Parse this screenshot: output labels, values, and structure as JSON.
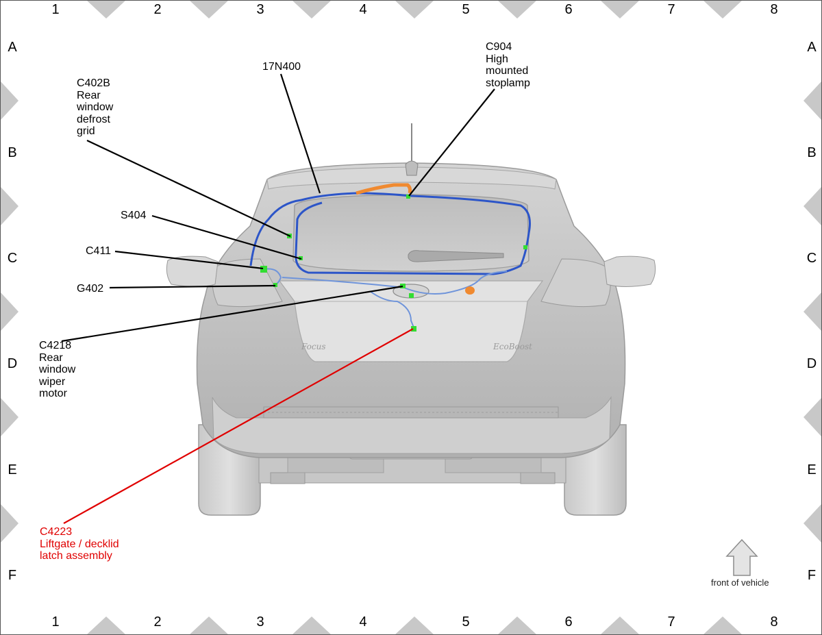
{
  "grid": {
    "columns": [
      "1",
      "2",
      "3",
      "4",
      "5",
      "6",
      "7",
      "8"
    ],
    "rows": [
      "A",
      "B",
      "C",
      "D",
      "E",
      "F"
    ]
  },
  "callouts": {
    "c402b": "C402B\nRear\nwindow\ndefrost\ngrid",
    "n17n400": "17N400",
    "c904": "C904\nHigh\nmounted\nstoplamp",
    "s404": "S404",
    "c411": "C411",
    "g402": "G402",
    "c4218": "C4218\nRear\nwindow\nwiper\nmotor",
    "c4223": "C4223\nLiftgate / decklid\nlatch assembly"
  },
  "orientation": {
    "label": "front of vehicle"
  },
  "colors": {
    "highlight": "#e00000",
    "connector": "#33dd33",
    "harness": "#2c55c8",
    "harness_light": "#6f94da",
    "accent_orange": "#f08a30",
    "border_triangle": "#c8c8c8"
  }
}
